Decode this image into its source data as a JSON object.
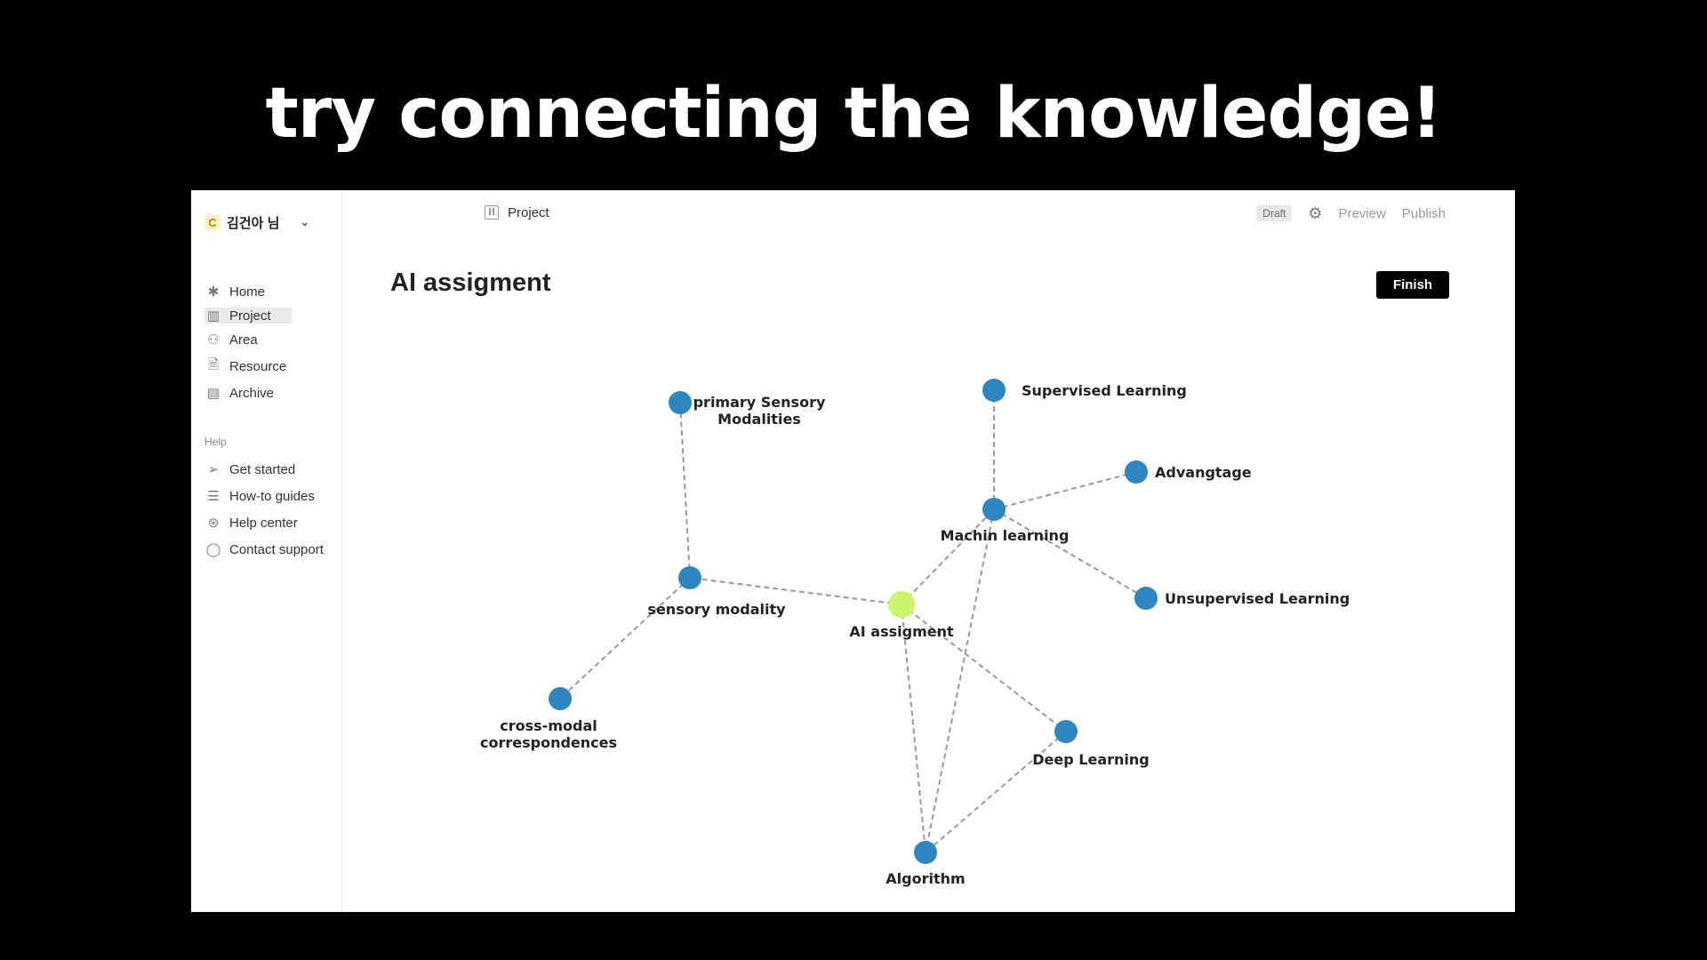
{
  "headline": "try connecting the knowledge!",
  "workspace": {
    "badge": "C",
    "name": "김건아 님"
  },
  "sidebar": {
    "items": [
      {
        "label": "Home",
        "icon": "asterisk-icon"
      },
      {
        "label": "Project",
        "icon": "board-icon"
      },
      {
        "label": "Area",
        "icon": "users-icon"
      },
      {
        "label": "Resource",
        "icon": "doc-search-icon"
      },
      {
        "label": "Archive",
        "icon": "archive-icon"
      }
    ],
    "help_label": "Help",
    "help_items": [
      {
        "label": "Get started",
        "icon": "send-icon"
      },
      {
        "label": "How-to guides",
        "icon": "list-icon"
      },
      {
        "label": "Help center",
        "icon": "lifebuoy-icon"
      },
      {
        "label": "Contact support",
        "icon": "chat-icon"
      }
    ]
  },
  "topbar": {
    "breadcrumb": "Project",
    "status": "Draft",
    "preview": "Preview",
    "publish": "Publish"
  },
  "page": {
    "title": "AI assigment",
    "finish_label": "Finish"
  },
  "colors": {
    "node": "#2e86c1",
    "center_node": "#c8f56a",
    "edge": "#999999"
  },
  "graph": {
    "nodes": [
      {
        "id": "ai",
        "label": [
          "AI assigment"
        ],
        "center": true
      },
      {
        "id": "sm",
        "label": [
          "sensory modality"
        ]
      },
      {
        "id": "psm",
        "label": [
          "primary Sensory",
          "Modalities"
        ]
      },
      {
        "id": "cmc",
        "label": [
          "cross-modal",
          "correspondences"
        ]
      },
      {
        "id": "ml",
        "label": [
          "Machin learning"
        ]
      },
      {
        "id": "sl",
        "label": [
          "Supervised Learning"
        ]
      },
      {
        "id": "adv",
        "label": [
          "Advangtage"
        ]
      },
      {
        "id": "ul",
        "label": [
          "Unsupervised Learning"
        ]
      },
      {
        "id": "dl",
        "label": [
          "Deep Learning"
        ]
      },
      {
        "id": "alg",
        "label": [
          "Algorithm"
        ]
      }
    ],
    "edges": [
      [
        "ai",
        "sm"
      ],
      [
        "sm",
        "psm"
      ],
      [
        "sm",
        "cmc"
      ],
      [
        "ai",
        "ml"
      ],
      [
        "ml",
        "sl"
      ],
      [
        "ml",
        "adv"
      ],
      [
        "ml",
        "ul"
      ],
      [
        "ai",
        "dl"
      ],
      [
        "ai",
        "alg"
      ],
      [
        "dl",
        "alg"
      ],
      [
        "ml",
        "alg"
      ]
    ]
  }
}
